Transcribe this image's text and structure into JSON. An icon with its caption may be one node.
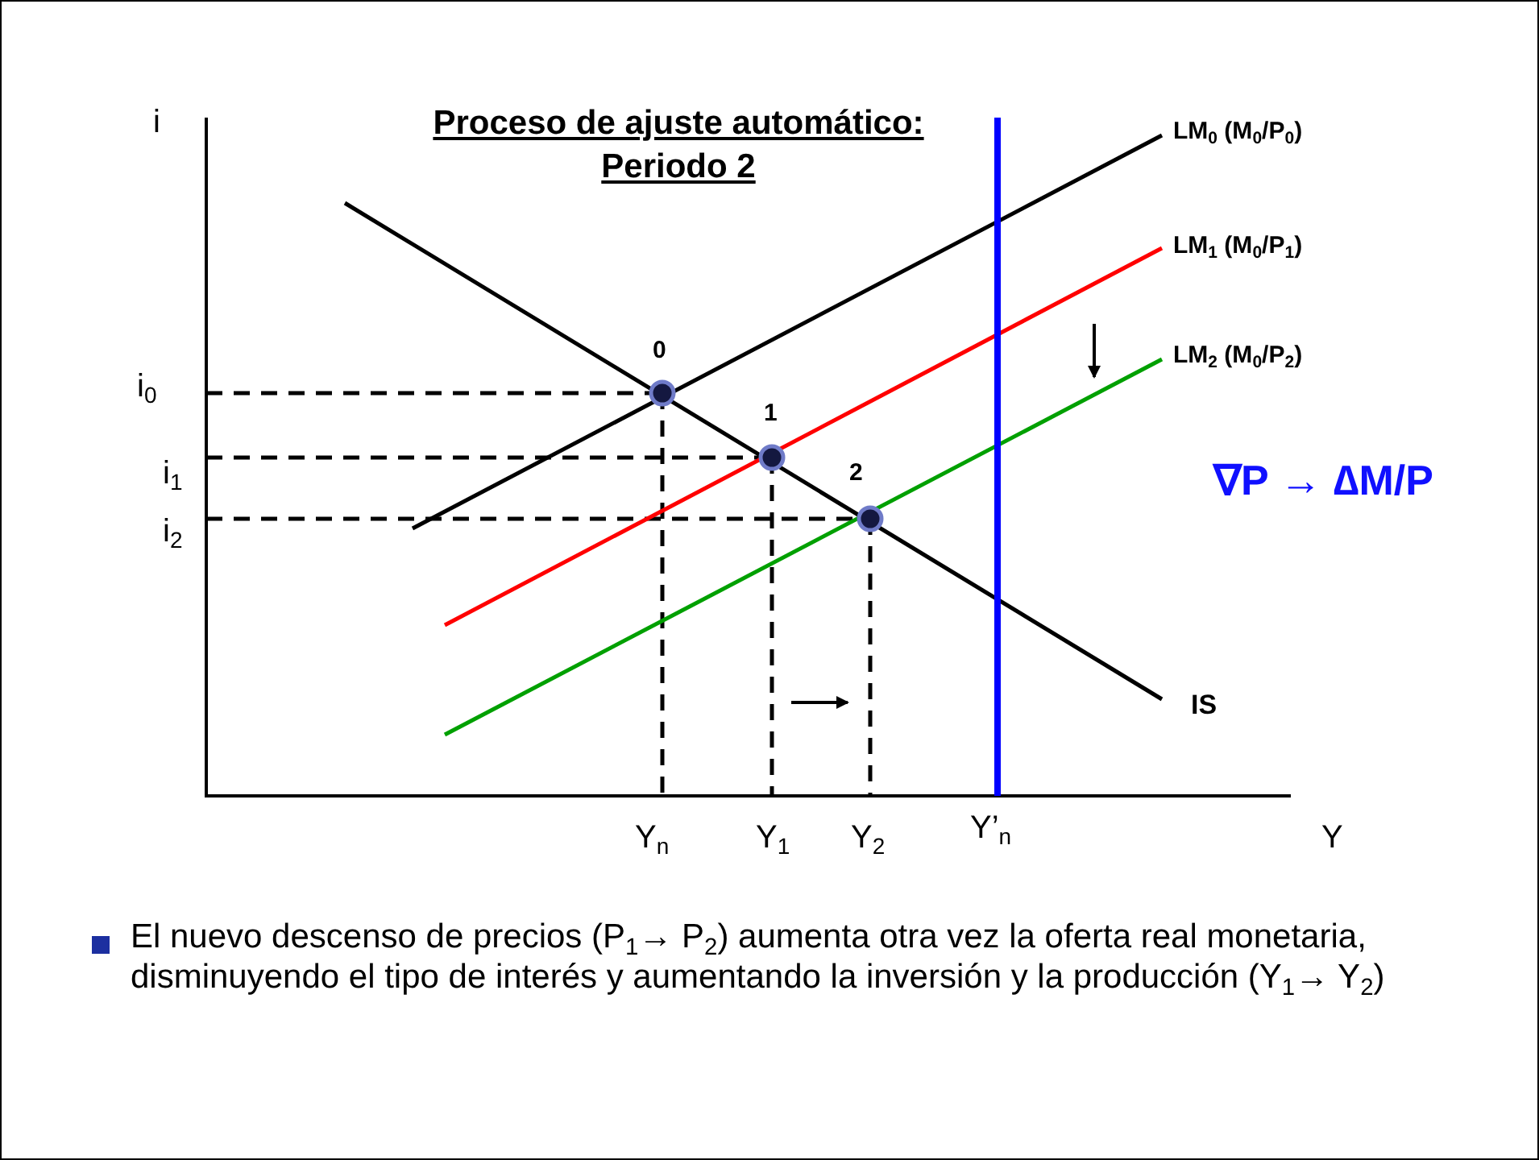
{
  "diagram": {
    "title": "Proceso de ajuste automático: Periodo 2",
    "labels": [
      "i",
      "LM$_{0}$ (M$_{0}$/P$_{0}$)",
      "LM$_{1}$ (M$_{0}$/P$_{1}$)",
      "0",
      "LM$_{2}$ (M$_{0}$/P$_{2}$)",
      "i$_{0}$",
      "1",
      "i$_{1}$",
      "2",
      "∇P → ∆M/P",
      "i$_{2}$",
      "IS",
      "Y$_{n}$",
      "Y$_{1}$",
      "Y$_{2}$",
      "Y’$_{n}$",
      "Y",
      "El nuevo descenso de precios (P$_{1}$→ P$_{2}$) aumenta otra vez la oferta real monetaria, disminuyendo el tipo de interés y aumentando la inversión y la producción (Y$_{1}$→ Y$_{2}$)"
    ]
  }
}
